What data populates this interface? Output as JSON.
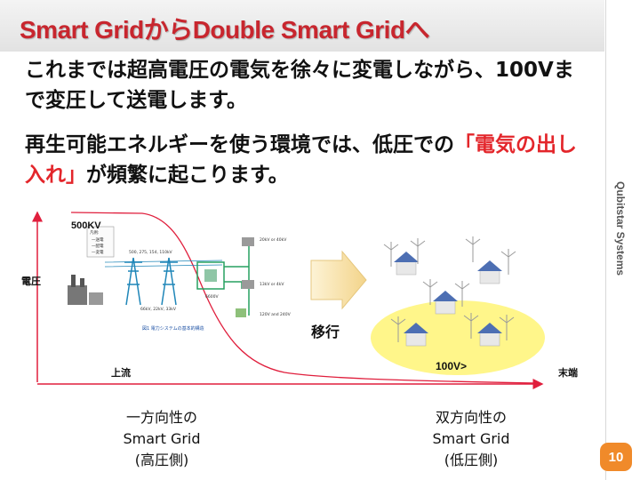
{
  "slide": {
    "title": "Smart GridからDouble Smart Gridへ",
    "company": "Qubitstar Systems",
    "paragraph1": "これまでは超高電圧の電気を徐々に変電しながら、100Vまで変圧して送電します。",
    "paragraph2_pre": "再生可能エネルギーを使う環境では、低圧での",
    "paragraph2_highlight": "「電気の出し入れ」",
    "paragraph2_post": "が頻繁に起こります。",
    "page_number": "10"
  },
  "diagram": {
    "voltage_label": "電圧",
    "high_voltage": "500KV",
    "upstream": "上流",
    "downstream": "末端",
    "transition": "移行",
    "low_voltage": "100V>",
    "figure_caption": "図1 電力システムの基本的構造",
    "legend_title": "凡例:",
    "legend_items": [
      "一送電",
      "一配電",
      "一変電"
    ],
    "station_labels": [
      "500, 275, 154, 110kV",
      "66kV, 22kV, 33kV",
      "6600V",
      "20kV or 40kV",
      "13kV or 4kV",
      "120V and 240V"
    ],
    "caption_left": [
      "一方向性の",
      "Smart Grid",
      "(高圧側)"
    ],
    "caption_right": [
      "双方向性の",
      "Smart Grid",
      "(低圧側)"
    ]
  },
  "colors": {
    "title": "#c8262e",
    "highlight": "#e3262b",
    "curve": "#e01f3d",
    "arrow": "#e01f3d",
    "cloud": "#fff68a",
    "page_badge": "#f08a2a"
  }
}
